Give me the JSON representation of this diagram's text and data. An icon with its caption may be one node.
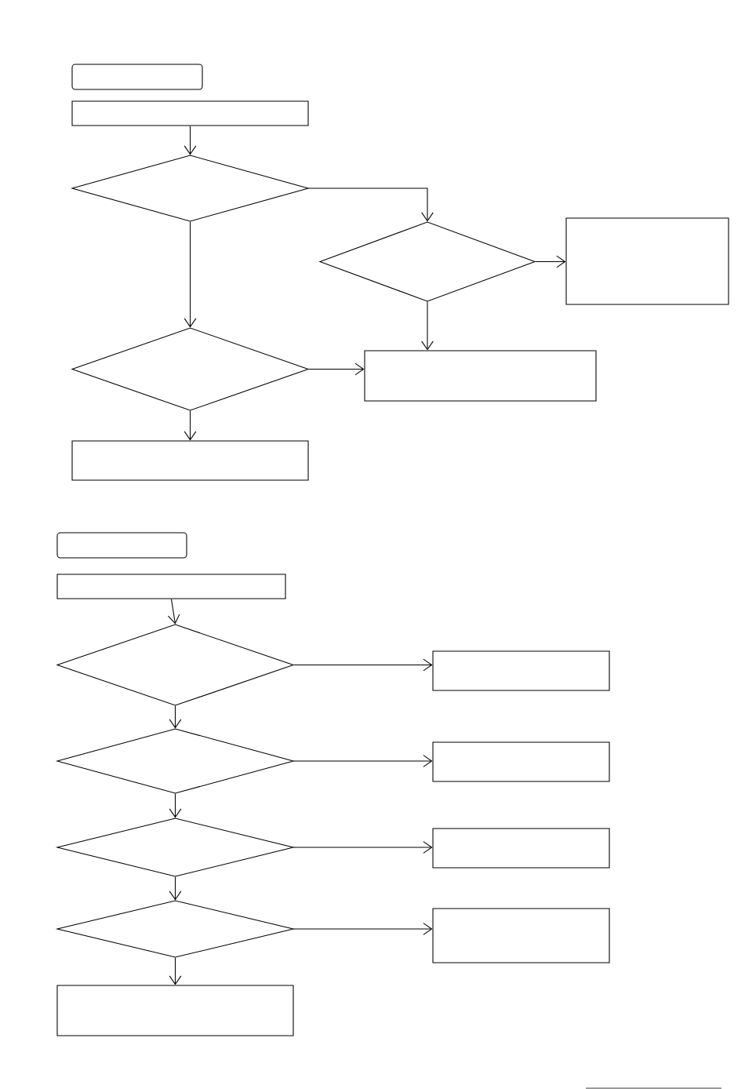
{
  "diagram": {
    "nodes": [
      {
        "text": [],
        "shape": "box"
      },
      {
        "text": [],
        "shape": "box"
      },
      {
        "text": [],
        "shape": "diamond"
      },
      {
        "text": [],
        "shape": "diamond"
      },
      {
        "text": [],
        "shape": "box"
      },
      {
        "text": [],
        "shape": "diamond"
      },
      {
        "text": [],
        "shape": "box"
      },
      {
        "text": [],
        "shape": "box"
      },
      {
        "text": [],
        "shape": "box"
      },
      {
        "text": [],
        "shape": "box"
      },
      {
        "text": [],
        "shape": "diamond"
      },
      {
        "text": [],
        "shape": "box"
      },
      {
        "text": [],
        "shape": "diamond"
      },
      {
        "text": [],
        "shape": "box"
      },
      {
        "text": [],
        "shape": "diamond"
      },
      {
        "text": [],
        "shape": "box"
      },
      {
        "text": [],
        "shape": "diamond"
      },
      {
        "text": [],
        "shape": "box"
      },
      {
        "text": [],
        "shape": "box"
      }
    ],
    "edges": [
      {
        "from": 1,
        "to": 2,
        "arrow": "to"
      },
      {
        "from": 2,
        "to": 3,
        "arrow": "to"
      },
      {
        "from": 2,
        "to": 5,
        "arrow": "to"
      },
      {
        "from": 3,
        "to": 4,
        "arrow": "to"
      },
      {
        "from": 3,
        "to": 6,
        "arrow": "to"
      },
      {
        "from": 5,
        "to": 6,
        "arrow": "to"
      },
      {
        "from": 5,
        "to": 7,
        "arrow": "to"
      },
      {
        "from": 9,
        "to": 10,
        "arrow": "to"
      },
      {
        "from": 10,
        "to": 11,
        "arrow": "to"
      },
      {
        "from": 10,
        "to": 12,
        "arrow": "to"
      },
      {
        "from": 12,
        "to": 13,
        "arrow": "to"
      },
      {
        "from": 12,
        "to": 14,
        "arrow": "to"
      },
      {
        "from": 14,
        "to": 15,
        "arrow": "to"
      },
      {
        "from": 14,
        "to": 16,
        "arrow": "to"
      },
      {
        "from": 16,
        "to": 17,
        "arrow": "to"
      },
      {
        "from": 16,
        "to": 18,
        "arrow": "to"
      }
    ]
  }
}
